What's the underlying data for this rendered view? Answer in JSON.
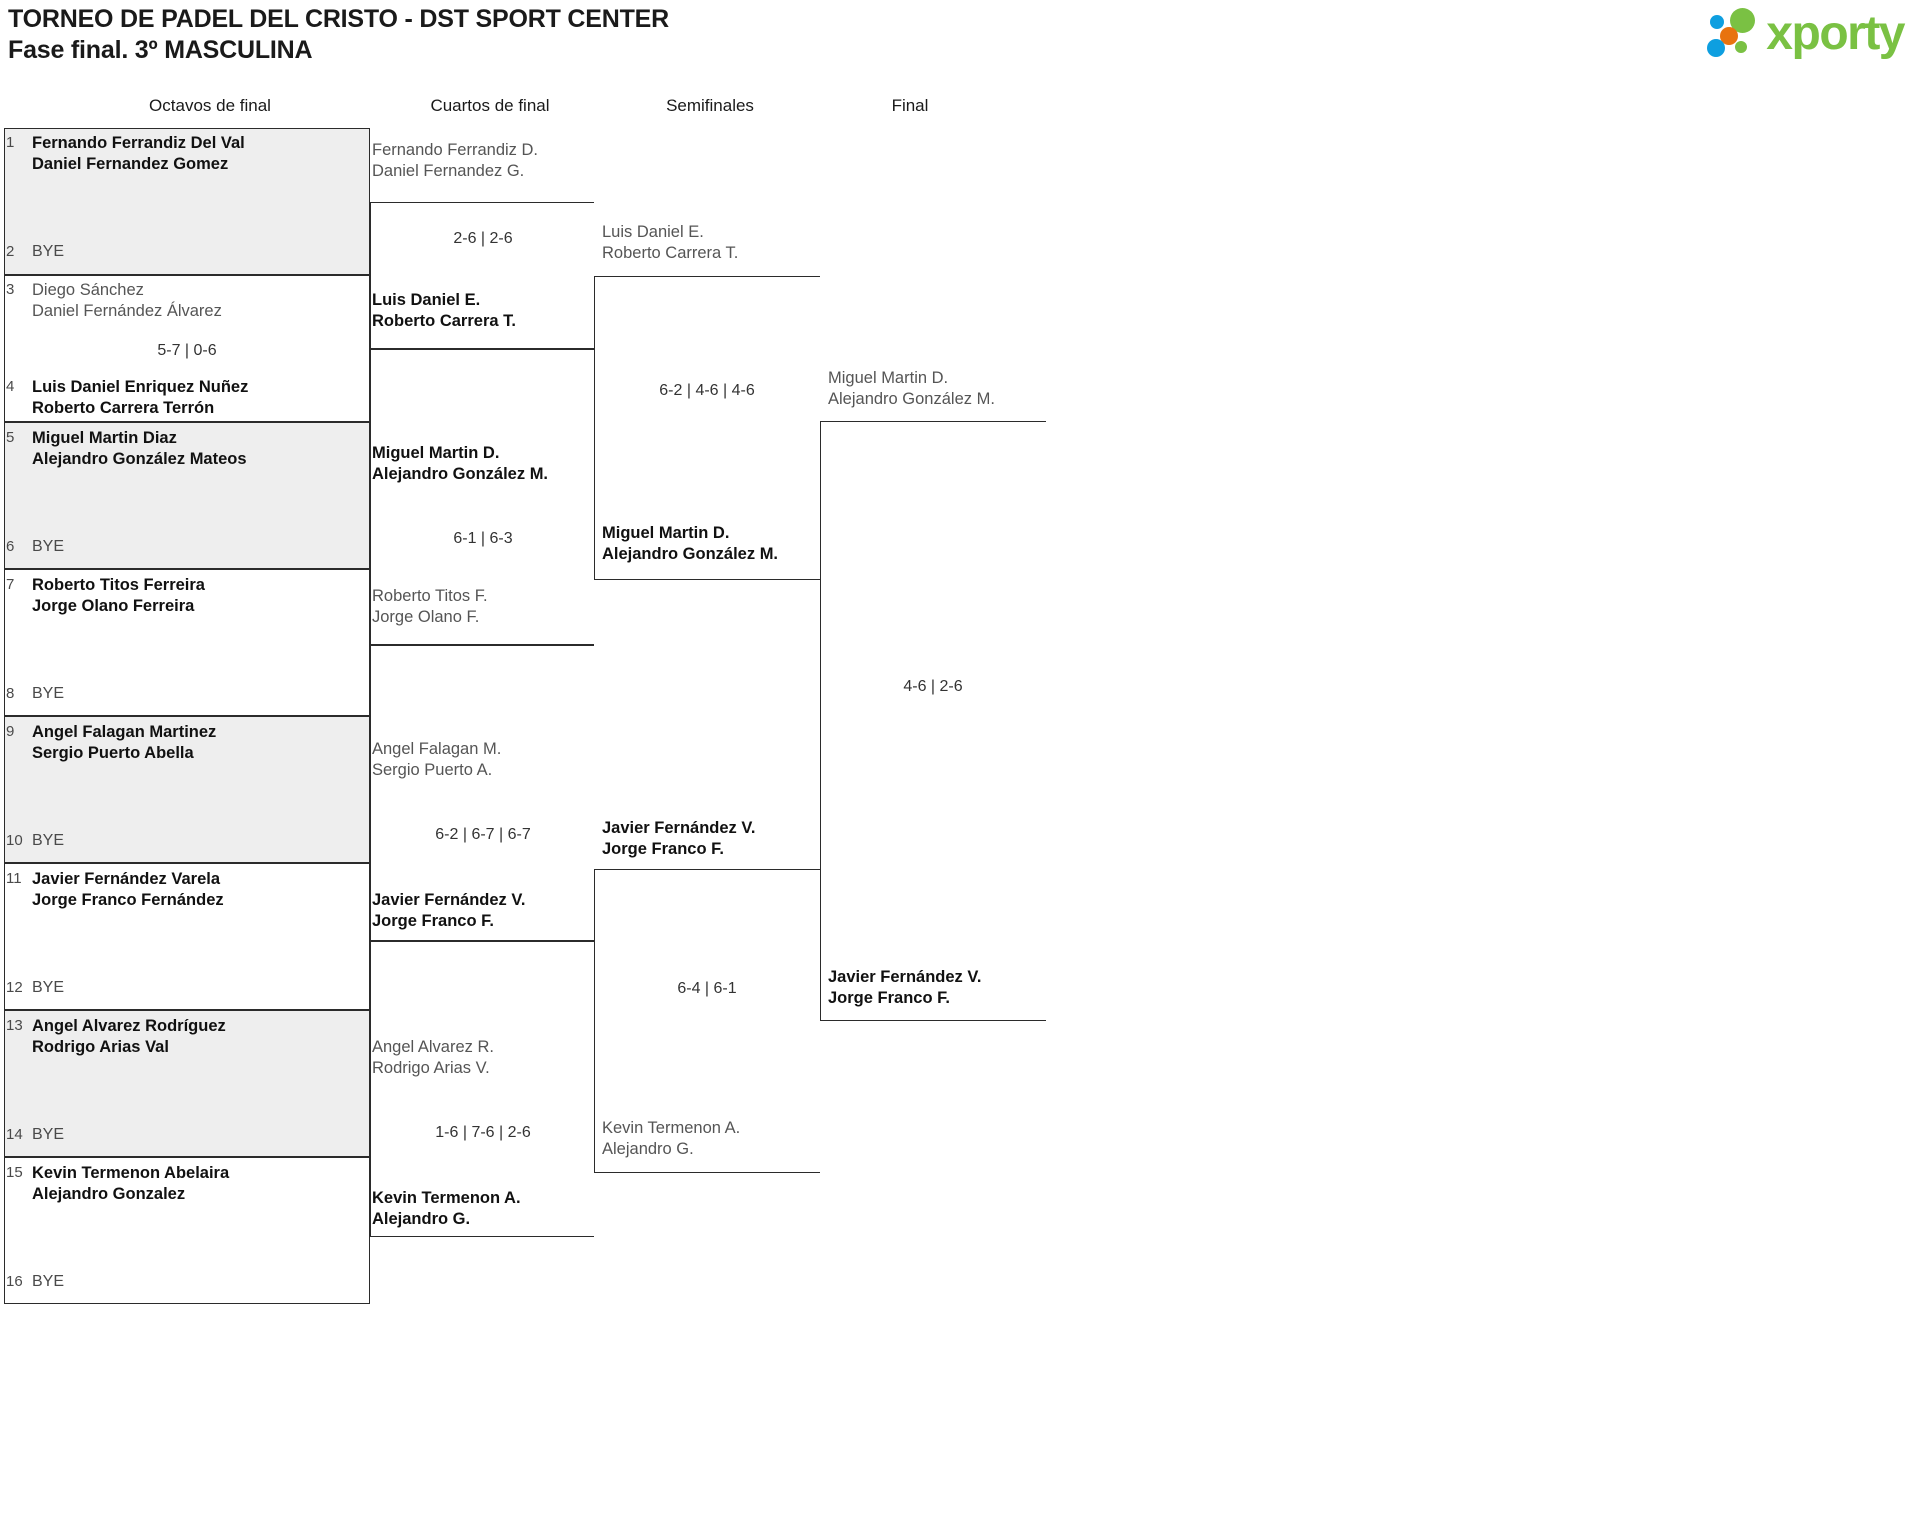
{
  "header": {
    "title": "TORNEO DE PADEL DEL CRISTO - DST SPORT CENTER",
    "subtitle": "Fase final. 3º MASCULINA",
    "logo_text": "xporty",
    "logo_colors": {
      "green": "#7ac143",
      "blue": "#0e9fe0",
      "orange": "#e8730f"
    }
  },
  "rounds": [
    {
      "label": "Octavos de final"
    },
    {
      "label": "Cuartos de final"
    },
    {
      "label": "Semifinales"
    },
    {
      "label": "Final"
    }
  ],
  "round1": {
    "matches": [
      {
        "score": "",
        "top": {
          "seed": "1",
          "line1": "Fernando Ferrandiz Del Val",
          "line2": "Daniel Fernandez Gomez",
          "winner": true,
          "bye": false
        },
        "bottom": {
          "seed": "2",
          "line1": "BYE",
          "line2": "",
          "winner": false,
          "bye": true
        }
      },
      {
        "score": "5-7 | 0-6",
        "top": {
          "seed": "3",
          "line1": "Diego Sánchez",
          "line2": "Daniel Fernández Álvarez",
          "winner": false,
          "bye": false
        },
        "bottom": {
          "seed": "4",
          "line1": "Luis Daniel Enriquez Nuñez",
          "line2": "Roberto Carrera Terrón",
          "winner": true,
          "bye": false
        }
      },
      {
        "score": "",
        "top": {
          "seed": "5",
          "line1": "Miguel Martin Diaz",
          "line2": "Alejandro González Mateos",
          "winner": true,
          "bye": false
        },
        "bottom": {
          "seed": "6",
          "line1": "BYE",
          "line2": "",
          "winner": false,
          "bye": true
        }
      },
      {
        "score": "",
        "top": {
          "seed": "7",
          "line1": "Roberto Titos Ferreira",
          "line2": "Jorge Olano Ferreira",
          "winner": true,
          "bye": false
        },
        "bottom": {
          "seed": "8",
          "line1": "BYE",
          "line2": "",
          "winner": false,
          "bye": true
        }
      },
      {
        "score": "",
        "top": {
          "seed": "9",
          "line1": "Angel Falagan Martinez",
          "line2": "Sergio Puerto Abella",
          "winner": true,
          "bye": false
        },
        "bottom": {
          "seed": "10",
          "line1": "BYE",
          "line2": "",
          "winner": false,
          "bye": true
        }
      },
      {
        "score": "",
        "top": {
          "seed": "11",
          "line1": "Javier Fernández Varela",
          "line2": "Jorge Franco Fernández",
          "winner": true,
          "bye": false
        },
        "bottom": {
          "seed": "12",
          "line1": "BYE",
          "line2": "",
          "winner": false,
          "bye": true
        }
      },
      {
        "score": "",
        "top": {
          "seed": "13",
          "line1": "Angel Alvarez Rodríguez",
          "line2": "Rodrigo Arias Val",
          "winner": true,
          "bye": false
        },
        "bottom": {
          "seed": "14",
          "line1": "BYE",
          "line2": "",
          "winner": false,
          "bye": true
        }
      },
      {
        "score": "",
        "top": {
          "seed": "15",
          "line1": "Kevin Termenon Abelaira",
          "line2": "Alejandro Gonzalez",
          "winner": true,
          "bye": false
        },
        "bottom": {
          "seed": "16",
          "line1": "BYE",
          "line2": "",
          "winner": false,
          "bye": true
        }
      }
    ]
  },
  "round2": {
    "matches": [
      {
        "score": "2-6 | 2-6",
        "top": {
          "line1": "Fernando Ferrandiz D.",
          "line2": "Daniel Fernandez G.",
          "winner": false
        },
        "bottom": {
          "line1": "Luis Daniel E.",
          "line2": "Roberto Carrera T.",
          "winner": true
        }
      },
      {
        "score": "6-1 | 6-3",
        "top": {
          "line1": "Miguel Martin D.",
          "line2": "Alejandro González M.",
          "winner": true
        },
        "bottom": {
          "line1": "Roberto Titos F.",
          "line2": "Jorge Olano F.",
          "winner": false
        }
      },
      {
        "score": "6-2 | 6-7 | 6-7",
        "top": {
          "line1": "Angel Falagan M.",
          "line2": "Sergio Puerto A.",
          "winner": false
        },
        "bottom": {
          "line1": "Javier Fernández V.",
          "line2": "Jorge Franco F.",
          "winner": true
        }
      },
      {
        "score": "1-6 | 7-6 | 2-6",
        "top": {
          "line1": "Angel Alvarez R.",
          "line2": "Rodrigo Arias V.",
          "winner": false
        },
        "bottom": {
          "line1": "Kevin Termenon A.",
          "line2": "Alejandro G.",
          "winner": true
        }
      }
    ]
  },
  "round3": {
    "matches": [
      {
        "score": "6-2 | 4-6 | 4-6",
        "top": {
          "line1": "Luis Daniel E.",
          "line2": "Roberto Carrera T.",
          "winner": false
        },
        "bottom": {
          "line1": "Miguel Martin D.",
          "line2": "Alejandro González M.",
          "winner": true
        }
      },
      {
        "score": "6-4 | 6-1",
        "top": {
          "line1": "Javier Fernández V.",
          "line2": "Jorge Franco F.",
          "winner": true
        },
        "bottom": {
          "line1": "Kevin Termenon A.",
          "line2": "Alejandro G.",
          "winner": false
        }
      }
    ]
  },
  "round4": {
    "matches": [
      {
        "score": "4-6 | 2-6",
        "top": {
          "line1": "Miguel Martin D.",
          "line2": "Alejandro González M.",
          "winner": false
        },
        "bottom": {
          "line1": "Javier Fernández V.",
          "line2": "Jorge Franco F.",
          "winner": true
        }
      }
    ]
  }
}
